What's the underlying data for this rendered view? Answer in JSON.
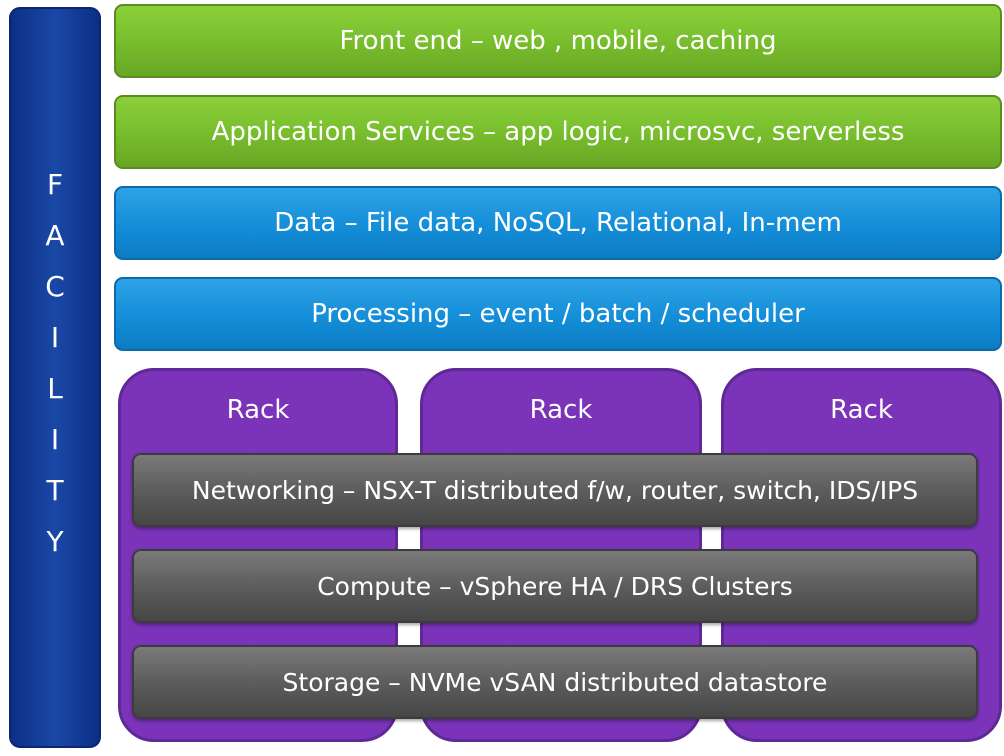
{
  "facility": {
    "letters": [
      "F",
      "A",
      "C",
      "I",
      "L",
      "I",
      "T",
      "Y"
    ]
  },
  "layers": {
    "frontend": "Front end – web , mobile, caching",
    "appservices": "Application Services – app logic, microsvc, serverless",
    "data": "Data – File data, NoSQL, Relational, In-mem",
    "processing": "Processing – event / batch / scheduler"
  },
  "racks": [
    "Rack",
    "Rack",
    "Rack"
  ],
  "components": {
    "networking": "Networking – NSX-T distributed f/w, router, switch, IDS/IPS",
    "compute": "Compute – vSphere HA / DRS Clusters",
    "storage": "Storage – NVMe vSAN distributed datastore"
  },
  "colors": {
    "facility": "#0c2f85",
    "frontend_layers": "#77bc2c",
    "data_layers": "#148ed8",
    "rack": "#7b34b9",
    "component": "#5d5d5d"
  }
}
